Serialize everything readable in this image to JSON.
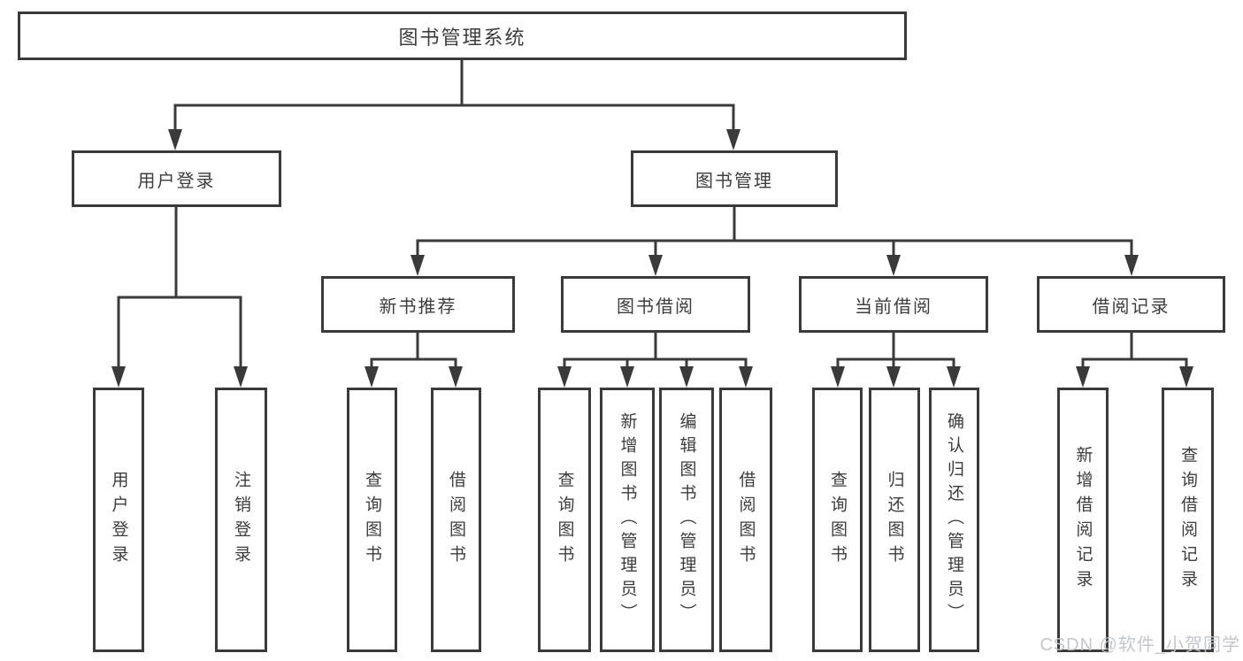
{
  "tree": {
    "root": "图书管理系统",
    "level2": [
      {
        "label": "用户登录",
        "children": [
          "用户登录",
          "注销登录"
        ]
      },
      {
        "label": "图书管理",
        "children": [
          {
            "label": "新书推荐",
            "children": [
              "查询图书",
              "借阅图书"
            ]
          },
          {
            "label": "图书借阅",
            "children": [
              "查询图书",
              "新增图书（管理员）",
              "编辑图书（管理员）",
              "借阅图书"
            ]
          },
          {
            "label": "当前借阅",
            "children": [
              "查询图书",
              "归还图书",
              "确认归还（管理员）"
            ]
          },
          {
            "label": "借阅记录",
            "children": [
              "新增借阅记录",
              "查询借阅记录"
            ]
          }
        ]
      }
    ]
  },
  "watermark": "CSDN @软件_小贺同学",
  "colors": {
    "line": "#3a3a3a",
    "text": "#3d3d3d",
    "background": "#ffffff",
    "watermark": "#c0c3ca"
  }
}
